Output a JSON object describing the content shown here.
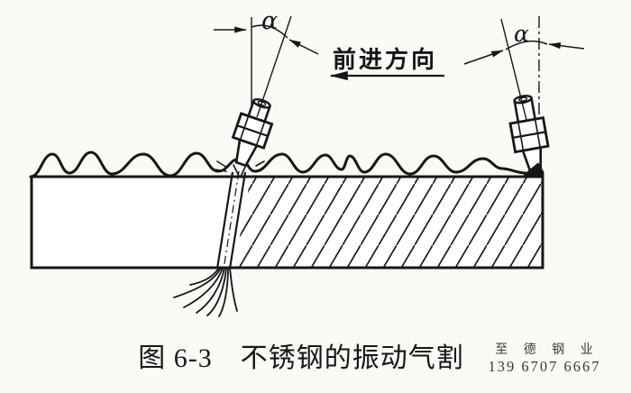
{
  "figure": {
    "travel_direction_label": "前进方向",
    "angle_label_left": "α",
    "angle_label_right": "α",
    "caption": "图 6-3　不锈钢的振动气割"
  },
  "watermark": {
    "line1": "至 德 钢 业",
    "line2": "139 6707 6667",
    "color": "#dfa4a8"
  },
  "colors": {
    "ink": "#161616",
    "paper": "#fbfaf7"
  }
}
